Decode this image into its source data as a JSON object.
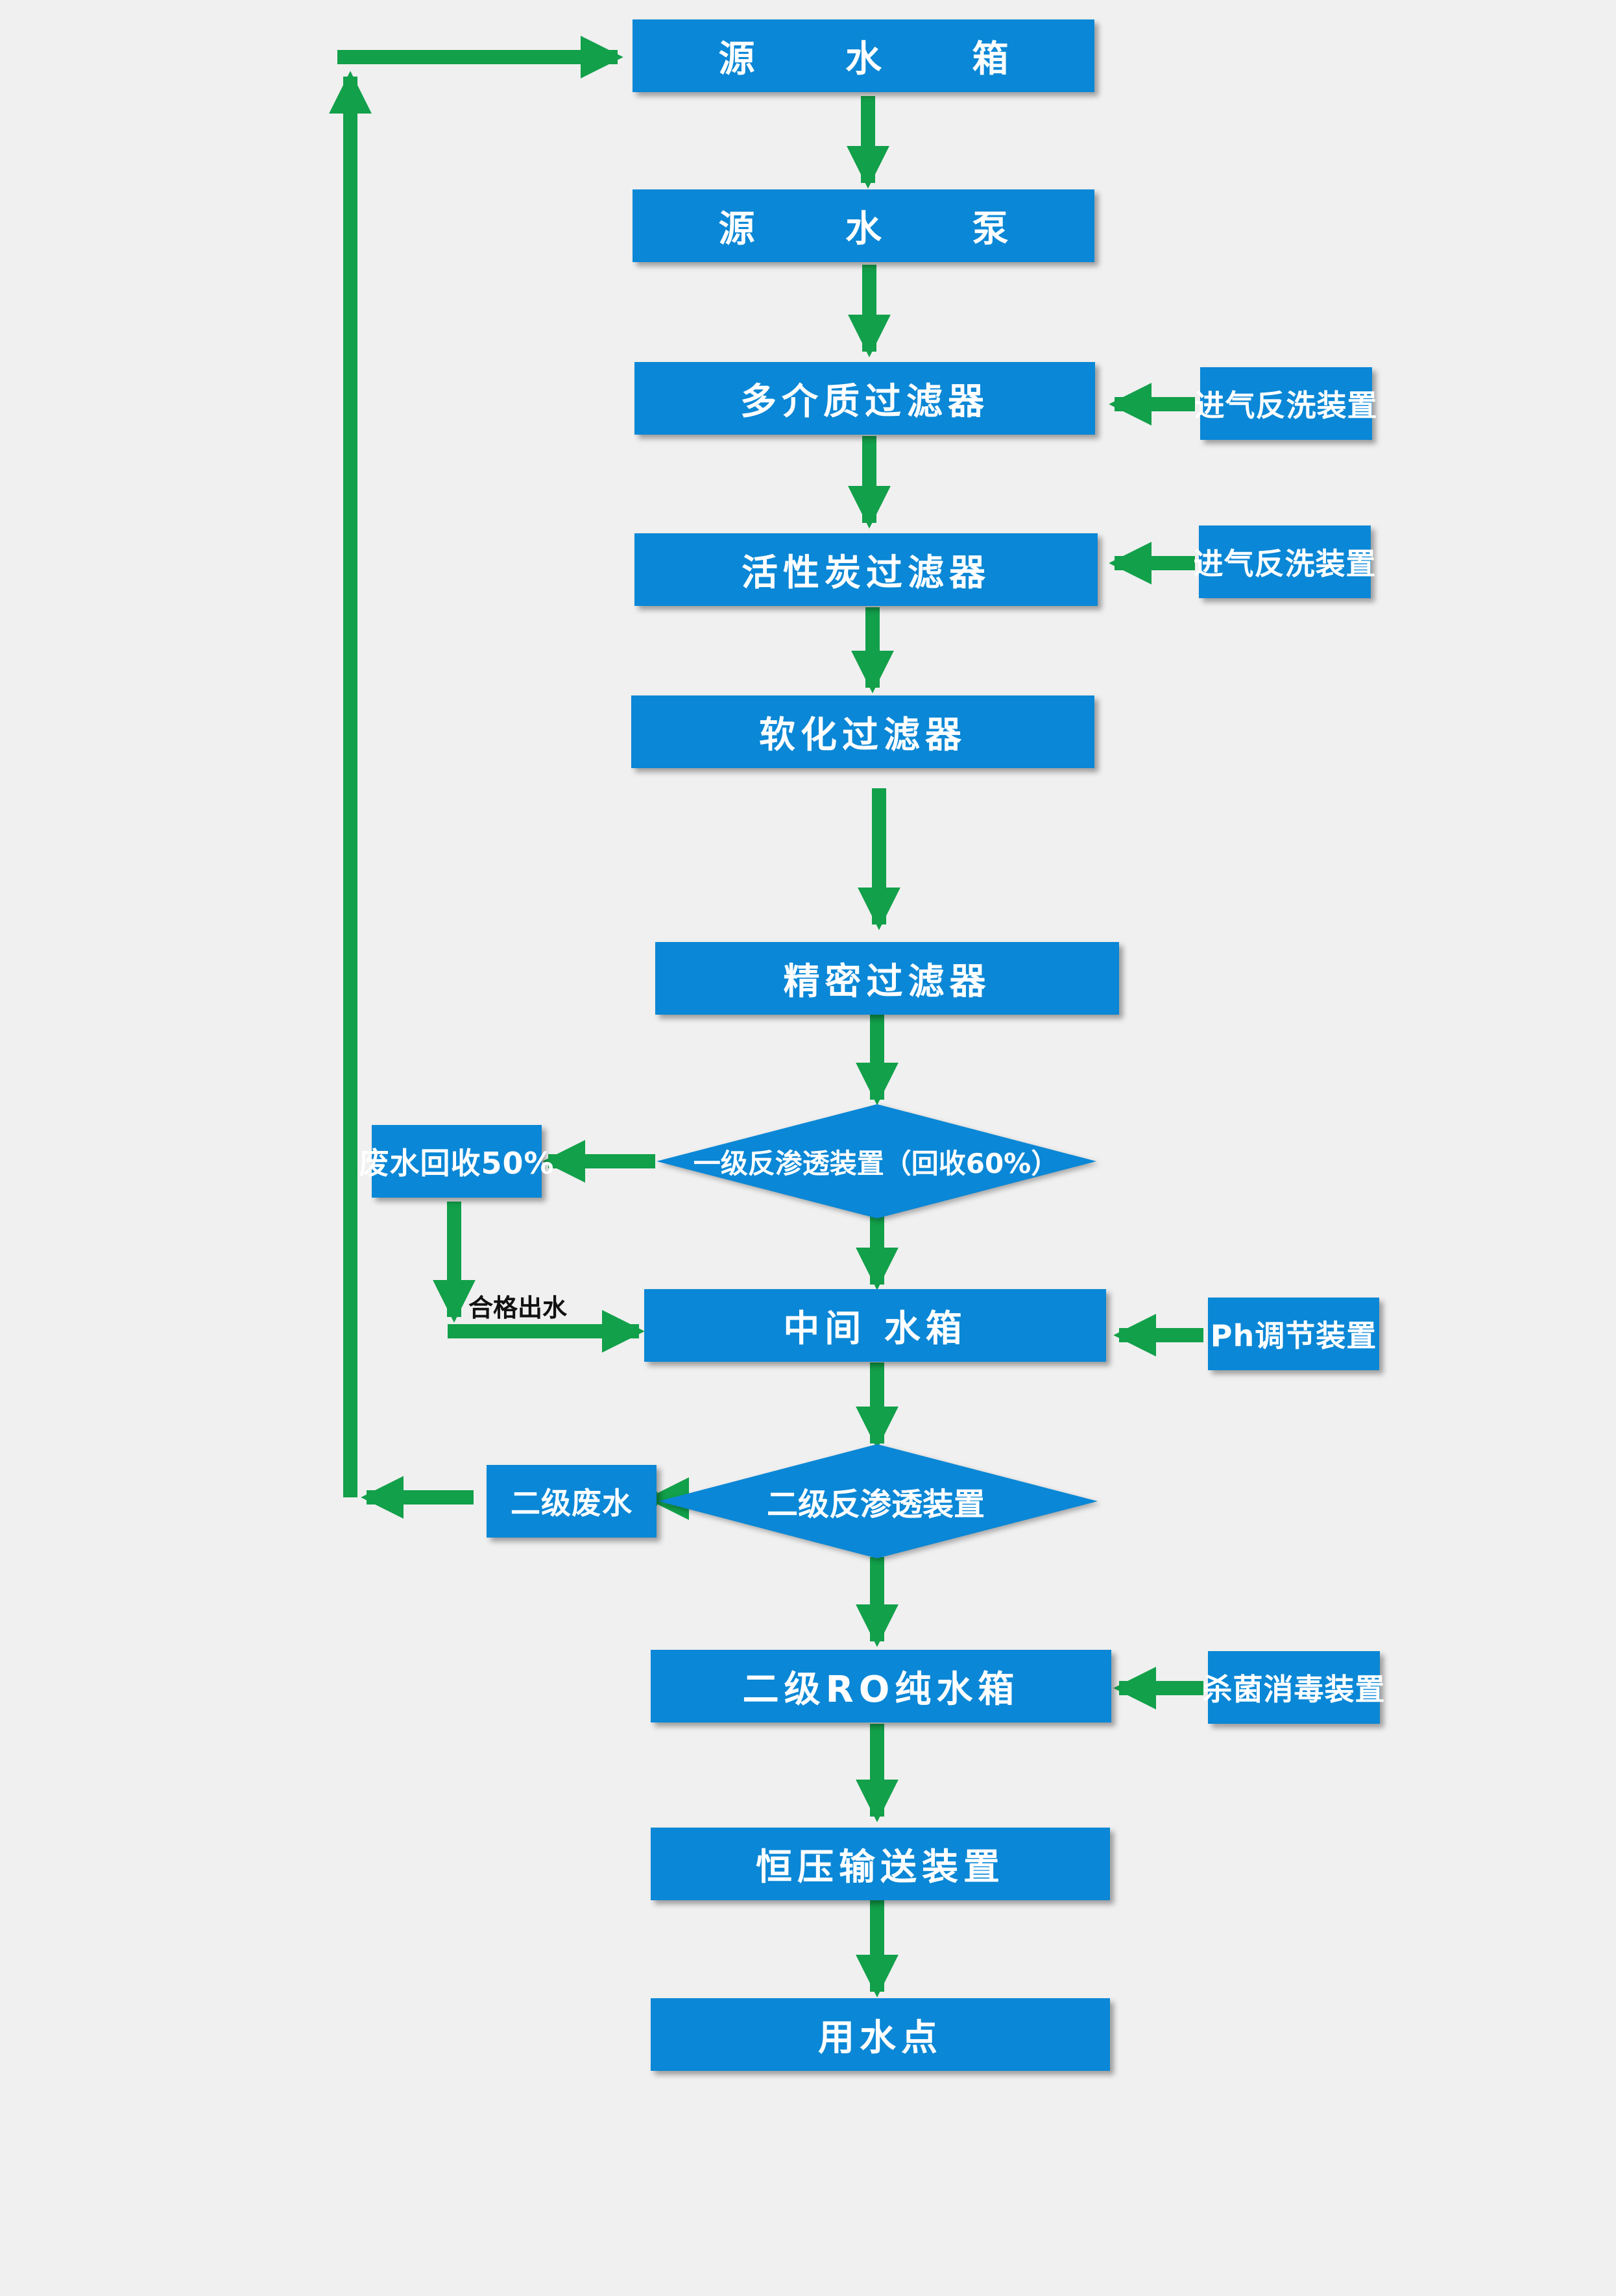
{
  "colors": {
    "box": "#0a87d6",
    "arrow": "#12a04a",
    "background": "#f0f0f0",
    "text": "#ffffff"
  },
  "main_flow": {
    "source_tank": "源 水 箱",
    "source_pump": "源 水 泵",
    "multimedia_filter": "多介质过滤器",
    "carbon_filter": "活性炭过滤器",
    "softening_filter": "软化过滤器",
    "precision_filter": "精密过滤器",
    "ro1": "一级反渗透装置（回收60%）",
    "middle_tank": "中间 水箱",
    "ro2": "二级反渗透装置",
    "ro_pure_tank": "二级RO纯水箱",
    "pressure_delivery": "恒压输送装置",
    "water_point": "用水点"
  },
  "side_units": {
    "backwash_1": "进气反洗装置",
    "backwash_2": "进气反洗装置",
    "wastewater_recovery": "废水回收50%",
    "qualified_outlet": "合格出水",
    "ph_adjust": "Ph调节装置",
    "secondary_waste": "二级废水",
    "sterilizer": "杀菌消毒装置"
  }
}
